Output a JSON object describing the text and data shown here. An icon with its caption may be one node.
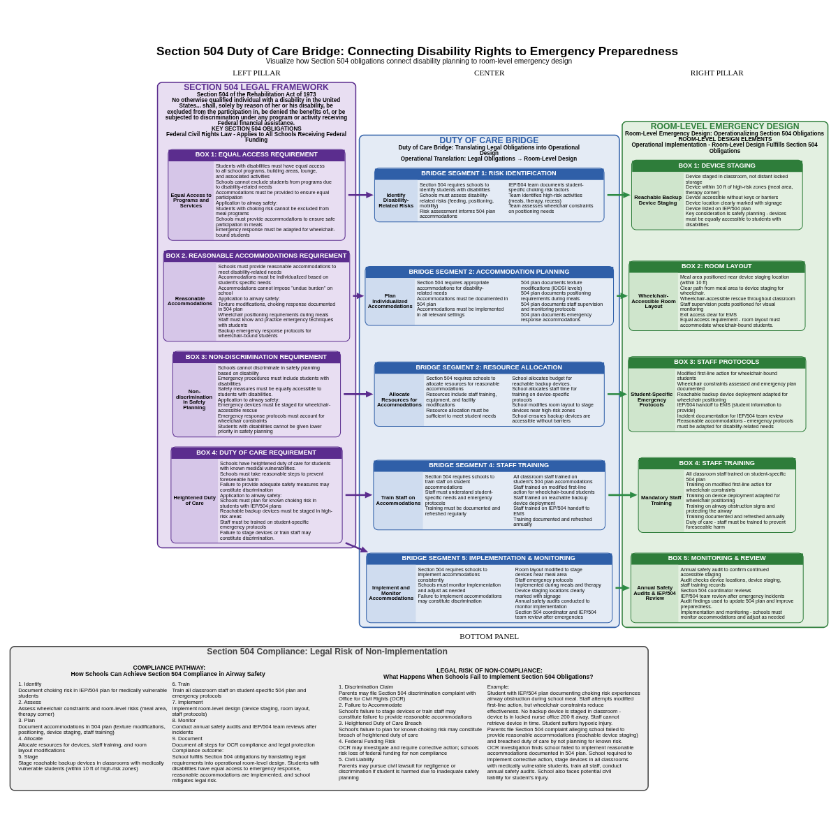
{
  "diagram": {
    "title": "Section 504 Duty of Care Bridge: Connecting Disability Rights to Emergency Preparedness",
    "caption": "Visualize how Section 504 obligations connect disability planning to room-level emergency design",
    "nodes": [
      {
        "text": [
          "SECTION 504 LEGAL FRAMEWORK",
          "Section 504 of the Rehabilitation Act of 1973",
          "No otherwise qualified individual with a disability in the United States... shall, solely by reason of her or his disability, be excluded from the participation in, be denied the benefits of, or be subjected to discrimination under any program or activity receiving Federal financial assistance.",
          "KEY SECTION 504 OBLIGATIONS",
          "Federal Civil Rights Law - Applies to All Schools Receiving Federal Funding"
        ]
      },
      {
        "text": [
          "BOX 1: EQUAL ACCESS REQUIREMENT",
          "Equal Access to Programs and Services",
          "Students with disabilities must have equal access to all school programs, building areas, lounge, and associated activities",
          "Schools cannot exclude students from programs due to disability-related needs",
          "Accommodations must be provided to ensure equal participation",
          "Application to airway safety:",
          "Students with choking risk cannot be excluded from meal programs",
          "Schools must provide accommodations to ensure safe participation in meals",
          "Emergency response must be adapted for wheelchair-bound students"
        ],
        "in": 0
      },
      {
        "text": [
          "BOX 2. REASONABLE ACCOMMODATIONS REQUIREMENT",
          "Reasonable Accommodations",
          "Schools must provide reasonable accommodations to meet disability-related needs",
          "Accommodations must be individualized based on student's specific needs",
          "Accommodations cannot impose \"undue burden\" on school",
          "Application to airway safety:",
          "Texture modifications, choking response documented in 504 plan",
          "Wheelchair positioning requirements during meals",
          "Staff must know and practice emergency techniques with students",
          "Backup emergency response protocols for wheelchair-bound students"
        ],
        "in": 0
      },
      {
        "text": [
          "BOX 3: NON-DISCRIMINATION REQUIREMENT",
          "Non-discrimination in Safety Planning",
          "Schools cannot discriminate in safety planning based on disability",
          "Emergency procedures must include students with disabilities",
          "Safety measures must be equally accessible to students with disabilities.",
          "Application to airway safety:",
          "Emergency devices must be staged for wheelchair-accessible rescue",
          "Emergency response protocols must account for wheelchair constraints",
          "Students with disabilities cannot be given lower priority in safety planning"
        ],
        "in": 0
      },
      {
        "text": [
          "BOX 4: DUTY OF CARE REQUIREMENT",
          "Heightened Duty of Care",
          "Schools have heightened duty of care for students with known medical vulnerabilities.",
          "Schools must take reasonable steps to prevent foreseeable harm",
          "Failure to provide adequate safety measures may constitute discrimination",
          "Application to airway safety:",
          "Schools must plan for known choking risk in students with IEP/504 plans",
          "Reachable backup devices must be staged in high-risk areas",
          "Staff must be trained on student-specific emergency protocols",
          "Failure to stage devices or train staff may constitute discrimination."
        ],
        "in": 0
      },
      {
        "text": [
          "DUTY OF CARE BRIDGE",
          "Duty of Care Bridge: Translating Legal Obligations into Operational Design",
          "Operational Translation: Legal Obligations → Room-Level Design"
        ]
      },
      {
        "text": [
          "BRIDGE SEGMENT 1: RISK IDENTIFICATION",
          "Identify Disability-Related Risks",
          "Section 504 requires schools to identify students with disabilities",
          "Schools must assess disability-related risks (feeding, positioning, mobility)",
          "Risk assessment informs 504 plan accommodations",
          "IEP/504 team documents student-specific choking risk factors",
          "Team identifies high-risk activities (meals, therapy, recess)",
          "Team assesses wheelchair constraints on positioning needs"
        ],
        "in": 5
      },
      {
        "text": [
          "BRIDGE SEGMENT 2: ACCOMMODATION PLANNING",
          "Plan Individualized Accommodations",
          "Section 504 requires appropriate accommodations for disability-related needs",
          "Accommodations must be documented in 504 plan",
          "Accommodations must be implemented in all relevant settings",
          "504 plan documents texture modifications (IDDSI levels)",
          "504 plan documents positioning requirements during meals",
          "504 plan documents staff supervision and monitoring protocols",
          "504 plan documents emergency response accommodations"
        ],
        "in": 5
      },
      {
        "text": [
          "BRIDGE SEGMENT 2: RESOURCE ALLOCATION",
          "Allocate Resources for Accommodations",
          "Section 504 requires schools to allocate resources for reasonable accommodations",
          "Resources include staff training, equipment, and facility modifications",
          "Resource allocation must be sufficient to meet student needs",
          "School allocates budget for reachable backup devices.",
          "School allocates staff time for training on device-specific protocols",
          "School modifies room layout to stage devices near high-risk zones",
          "School ensures backup devices are accessible without barriers"
        ],
        "in": 5
      },
      {
        "text": [
          "BRIDGE SEGMENT 4: STAFF TRAINING",
          "Train Staff on Accommodations",
          "Section 504 requires schools to train staff on student accommodations",
          "Staff must understand student-specific needs and emergency protocols",
          "Training must be documented and refreshed regularly",
          "All classroom staff trained on student's 504 plan accommodations",
          "Staff trained on modified first-line action for wheelchair-bound students",
          "Staff trained on reachable backup device deployment",
          "Staff trained on IEP/504 handoff to EMS",
          "Training documented and refreshed annually"
        ],
        "in": 5
      },
      {
        "text": [
          "BRIDGE SEGMENT 5: IMPLEMENTATION & MONITORING",
          "Implement and Monitor Accommodations",
          "Section 504 requires schools to implement accommodations consistently",
          "Schools must monitor implementation and adjust as needed",
          "Failure to implement accommodations may constitute discrimination",
          "Room layout modified to stage devices near meal area",
          "Staff emergency protocols implemented during meals and therapy",
          "Device staging locations clearly marked with signage",
          "Annual safety audits conducted to monitor implementation",
          "Section 504 coordinator and IEP/504 team review after emergencies"
        ],
        "in": 5
      },
      {
        "text": [
          "ROOM-LEVEL EMERGENCY DESIGN",
          "Room-Level Emergency Design: Operationalizing Section 504 Obligations",
          "ROOM-LEVEL DESIGN ELEMENTS",
          "Operational Implementation - Room-Level Design Fulfills Section 504 Obligations"
        ]
      },
      {
        "text": [
          "BOX 1: DEVICE STAGING",
          "Reachable Backup Device Staging",
          "Device staged in classroom, not distant locked storage",
          "Device within 10 ft of high-risk zones (meal area, therapy corner)",
          "Device accessible without keys or barriers",
          "Device location clearly marked with signage",
          "Device listed on IEP/504 plan",
          "Key consideration is safety planning - devices must be equally accessible to students with disabilities"
        ],
        "in": 11
      },
      {
        "text": [
          "BOX 2: ROOM LAYOUT",
          "Wheelchair-Accessible Room Layout",
          "Meal area positioned near device staging location (within 10 ft)",
          "Clear path from meal area to device staging for wheelchair.",
          "Wheelchair-accessible rescue throughout classroom",
          "Staff supervision posts positioned for visual monitoring",
          "Exit access clear for EMS",
          "Equal access requirement - room layout must accommodate wheelchair-bound students."
        ],
        "in": 11
      },
      {
        "text": [
          "BOX 3: STAFF PROTOCOLS",
          "Student-Specific Emergency Protocols",
          "Modified first-line action for wheelchair-bound students",
          "Wheelchair constraints assessed and emergency plan documented",
          "Reachable backup device deployment adapted for wheelchair positioning",
          "IEP/504 handoff to EMS (student information to provide)",
          "Incident documentation for IEP/504 team review",
          "Reasonable accommodations - emergency protocols must be adapted for disability-related needs"
        ],
        "in": 11
      },
      {
        "text": [
          "BOX 4: STAFF TRAINING",
          "Mandatory Staff Training",
          "All classroom staff trained on student-specific 504 plan",
          "Training on modified first-line action for wheelchair constraints",
          "Training on device deployment adapted for wheelchair positioning",
          "Training on airway obstruction signs and protecting the airway",
          "Training documented and refreshed annually",
          "Duty of care - staff must be trained to prevent foreseeable harm"
        ],
        "in": 11
      },
      {
        "text": [
          "BOX 5: MONITORING & REVIEW",
          "Annual Safety Audits & IEP/504 Review",
          "Annual safety audit to confirm continued accessible staging",
          "Audit checks device locations, device staging, staff training records",
          "Section 504 coordinator reviews",
          "IEP/504 team review after emergency incidents",
          "Audit findings used to update 504 plan and improve preparedness.",
          "Implementation and monitoring - schools must monitor accommodations and adjust as needed"
        ],
        "in": 11
      },
      {
        "text": [
          "Section 504 Compliance: Legal Risk of Non-Implementation"
        ]
      },
      {
        "text": [
          "LEGAL RISK OF NON-COMPLIANCE:",
          "What Happens When Schools Fail to Implement Section 504 Obligations?",
          "1. Discrimination Claim",
          "Parents may file Section 504 discrimination complaint with Office for Civil Rights (OCR)",
          "2. Failure to Accommodate",
          "School's failure to stage devices or train staff may constitute failure to provide reasonable accommodations",
          "3. Heightened Duty of Care Breach",
          "School's failure to plan for known choking risk may constitute breach of heightened duty of care",
          "4. Federal Funding Risk",
          "OCR may investigate and require corrective action; schools risk loss of federal funding for non compliance",
          "5. Civil Liability",
          "Parents may pursue civil lawsuit for negligence or discrimination if student is harmed due to inadequate safety planning",
          "Example:",
          "Student with IEP/504 plan documenting choking risk experiences airway obstruction during school meal. Staff attempts modified first-line action, but wheelchair constraints reduce effectiveness. No backup device is staged in classroom - device is in locked nurse office 200 ft away. Staff cannot retrieve device in time. Student suffers hypoxic injury. Parents file Section 504 complaint alleging school failed to provide reasonable accommodations (reachable device staging) and breached duty of care by not planning for known risk.",
          "OCR investigation finds school failed to implement reasonable accommodations documented in 504 plan. School required to implement corrective action, stage devices in all classrooms with medically vulnerable students, train all staff, conduct annual safety audits. School also faces potential civil liability for student's injury."
        ],
        "in": 17
      },
      {
        "text": [
          "COMPLIANCE PATHWAY:",
          "How Schools Can Achieve Section 504 Compliance in Airway Safety",
          "1. Identify",
          "Document choking risk in IEP/504 plan for medically vulnerable students",
          "2. Assess",
          "Assess wheelchair constraints and room-level risks (meal area, therapy corner)",
          "3. Plan",
          "Document accommodations in 504 plan (texture modifications, positioning, device staging, staff training)",
          "4. Allocate",
          "Allocate resources for devices, staff training, and room layout modifications",
          "5. Stage",
          "Stage reachable backup devices in classrooms with medically vulnerable students (within 10 ft of high-risk zones)",
          "6. Train",
          "Train all classroom staff on student-specific 504 plan and emergency protocols",
          "7. Implement",
          "Implement room-level design (device staging, room layout, staff protocols)",
          "8. Monitor",
          "Conduct annual safety audits and IEP/504 team reviews after incidents",
          "9. Document",
          "Document all steps for OCR compliance and legal protection",
          "Compliance outcome:",
          "School fulfills Section 504 obligations by translating legal requirements into operational room-level design. Students with disabilities have equal access to emergency response, reasonable accommodations are implemented, and school mitigates legal risk."
        ],
        "in": 17
      }
    ],
    "edges": [
      {
        "from": 1,
        "to": 6,
        "arrow": "to",
        "color": "#5b2d8e"
      },
      {
        "from": 2,
        "to": 7,
        "arrow": "to",
        "color": "#5b2d8e"
      },
      {
        "from": 3,
        "to": 8,
        "arrow": "to",
        "color": "#5b2d8e"
      },
      {
        "from": 4,
        "to": 9,
        "arrow": "to",
        "color": "#5b2d8e"
      },
      {
        "from": 4,
        "to": 10,
        "arrow": "to",
        "color": "#5b2d8e"
      },
      {
        "from": 6,
        "to": 12,
        "arrow": "to",
        "color": "#2e8b45"
      },
      {
        "from": 7,
        "to": 13,
        "arrow": "to",
        "color": "#2e8b45"
      },
      {
        "from": 8,
        "to": 14,
        "arrow": "to",
        "color": "#2e8b45"
      },
      {
        "from": 9,
        "to": 15,
        "arrow": "to",
        "color": "#2e8b45"
      },
      {
        "from": 10,
        "to": 16,
        "arrow": "to",
        "color": "#2e8b45"
      }
    ],
    "labels": [
      "LEFT PILLAR",
      "CENTER",
      "RIGHT PILLAR",
      "BOTTOM PANEL"
    ]
  }
}
